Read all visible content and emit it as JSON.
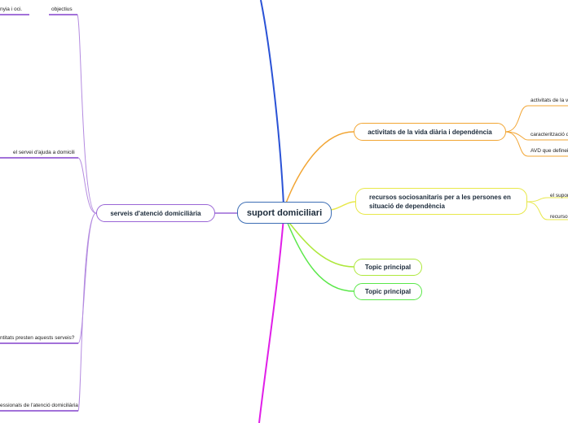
{
  "central": {
    "label": "suport domiciliari",
    "color": "#3d6eb5"
  },
  "branches": {
    "serveis": {
      "label": "serveis d'atenció domiciliària",
      "color": "#9a66d6"
    },
    "activitats": {
      "label": "activitats de la vida diària i dependència",
      "color": "#f2a533"
    },
    "recursos": {
      "label": "recursos sociosanitaris per a les persones en situació de dependència",
      "color": "#e8e84a"
    },
    "topic1": {
      "label": "Topic principal",
      "color": "#aee83c"
    },
    "topic2": {
      "label": "Topic principal",
      "color": "#5be84a"
    }
  },
  "leaves": {
    "companyia": "nyia i oci.",
    "objectius": "objectius",
    "servei_ajuda": "el servei d'ajuda a domicili",
    "entitats": "ntitats presten aquests serveis?",
    "professionals": "essionals de l'atenció domiciliària",
    "activitats_vida": "activitats de la vi",
    "caracteritzacio": "caracterització d",
    "avd": "AVD que defineix",
    "el_suport": "el supor",
    "recurso": "recurso"
  },
  "colors": {
    "blue_line": "#2a52d6",
    "magenta_line": "#e01ee8",
    "leaf_line": "#6a1cc2"
  }
}
